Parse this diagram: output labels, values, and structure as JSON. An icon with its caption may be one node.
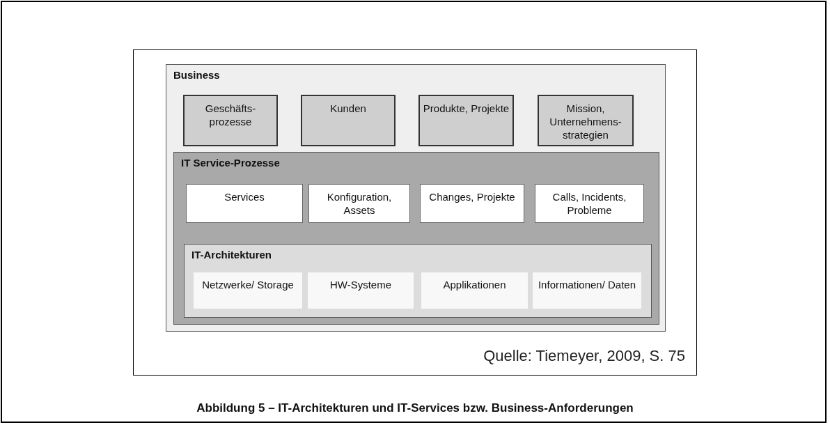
{
  "diagram": {
    "caption": "Abbildung 5 – IT-Architekturen und IT-Services bzw. Business-Anforderungen",
    "nodes": [
      {
        "text": [
          "Business"
        ]
      },
      {
        "text": [
          "Geschäfts- prozesse"
        ],
        "in": 0
      },
      {
        "text": [
          "Kunden"
        ],
        "in": 0
      },
      {
        "text": [
          "Produkte, Projekte"
        ],
        "in": 0
      },
      {
        "text": [
          "Mission, Unternehmens- strategien"
        ],
        "in": 0
      },
      {
        "text": [
          "IT Service-Prozesse"
        ],
        "in": 0
      },
      {
        "text": [
          "Services"
        ],
        "in": 5
      },
      {
        "text": [
          "Konfiguration, Assets"
        ],
        "in": 5
      },
      {
        "text": [
          "Changes, Projekte"
        ],
        "in": 5
      },
      {
        "text": [
          "Calls, Incidents, Probleme"
        ],
        "in": 5
      },
      {
        "text": [
          "IT-Architekturen"
        ],
        "in": 5
      },
      {
        "text": [
          "Netzwerke/ Storage"
        ],
        "in": 10
      },
      {
        "text": [
          "HW-Systeme"
        ],
        "in": 10
      },
      {
        "text": [
          "Applikationen"
        ],
        "in": 10
      },
      {
        "text": [
          "Informationen/ Daten"
        ],
        "in": 10
      }
    ],
    "labels": [
      "Quelle: Tiemeyer, 2009, S. 75"
    ]
  }
}
